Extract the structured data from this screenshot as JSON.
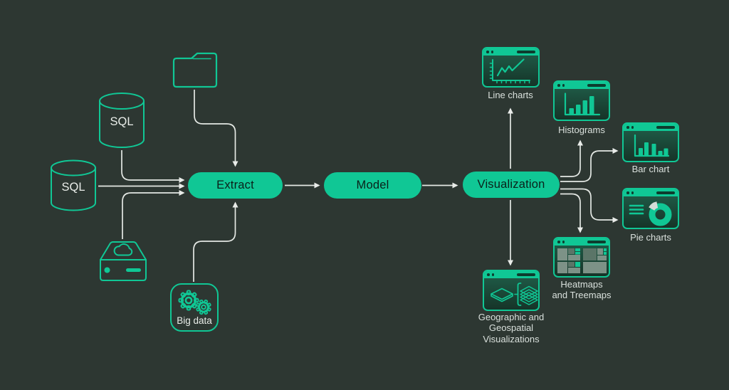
{
  "colors": {
    "bg": "#2d3732",
    "accent": "#10c795",
    "connector": "#e4e8e4",
    "label": "#d9e0dc",
    "pill_text": "#0a211a"
  },
  "nodes": {
    "sql_top": {
      "label": "SQL",
      "icon": "database-cylinder"
    },
    "sql_left": {
      "label": "SQL",
      "icon": "database-cylinder"
    },
    "folder": {
      "icon": "folder"
    },
    "cloud_server": {
      "icon": "cloud-server"
    },
    "big_data": {
      "label": "Big data",
      "icon": "gears"
    },
    "extract": {
      "label": "Extract"
    },
    "model": {
      "label": "Model"
    },
    "visualization": {
      "label": "Visualization"
    },
    "line_charts": {
      "label": "Line charts",
      "icon": "line-chart-window"
    },
    "histograms": {
      "label": "Histograms",
      "icon": "histogram-window"
    },
    "bar_chart": {
      "label": "Bar chart",
      "icon": "bar-chart-window"
    },
    "pie_charts": {
      "label": "Pie charts",
      "icon": "pie-chart-window"
    },
    "heatmaps": {
      "label": "Heatmaps and Treemaps",
      "lines": [
        "Heatmaps",
        "and Treemaps"
      ],
      "icon": "treemap-window"
    },
    "geographic": {
      "label": "Geographic and Geospatial Visualizations",
      "lines": [
        "Geographic and",
        "Geospatial",
        "Visualizations"
      ],
      "icon": "map-layers-window"
    }
  }
}
